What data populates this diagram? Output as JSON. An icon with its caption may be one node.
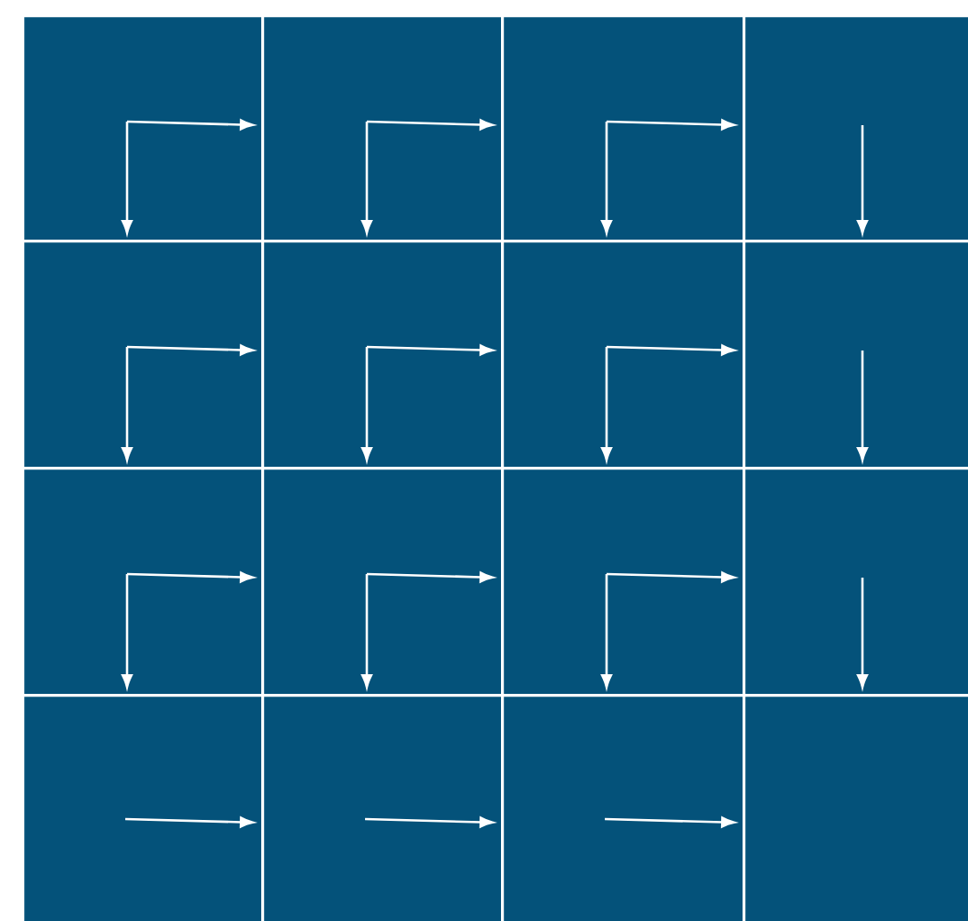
{
  "diagram": {
    "nodes": [
      {
        "text": [],
        "shape": "box"
      },
      {
        "text": [],
        "shape": "box"
      },
      {
        "text": [],
        "shape": "box"
      },
      {
        "text": [],
        "shape": "box"
      },
      {
        "text": [],
        "shape": "box"
      },
      {
        "text": [],
        "shape": "box"
      },
      {
        "text": [],
        "shape": "box"
      },
      {
        "text": [],
        "shape": "box"
      },
      {
        "text": [],
        "shape": "box"
      },
      {
        "text": [],
        "shape": "box"
      },
      {
        "text": [],
        "shape": "box"
      },
      {
        "text": [],
        "shape": "box"
      },
      {
        "text": [],
        "shape": "box"
      },
      {
        "text": [],
        "shape": "box"
      },
      {
        "text": [],
        "shape": "box"
      },
      {
        "text": [],
        "shape": "box"
      }
    ],
    "edges": [
      {
        "from": 0,
        "to": 1,
        "arrow": "to"
      },
      {
        "from": 0,
        "to": 4,
        "arrow": "to"
      },
      {
        "from": 1,
        "to": 2,
        "arrow": "to"
      },
      {
        "from": 1,
        "to": 5,
        "arrow": "to"
      },
      {
        "from": 2,
        "to": 3,
        "arrow": "to"
      },
      {
        "from": 2,
        "to": 6,
        "arrow": "to"
      },
      {
        "from": 3,
        "to": 7,
        "arrow": "to"
      },
      {
        "from": 4,
        "to": 5,
        "arrow": "to"
      },
      {
        "from": 4,
        "to": 8,
        "arrow": "to"
      },
      {
        "from": 5,
        "to": 6,
        "arrow": "to"
      },
      {
        "from": 5,
        "to": 9,
        "arrow": "to"
      },
      {
        "from": 6,
        "to": 7,
        "arrow": "to"
      },
      {
        "from": 6,
        "to": 10,
        "arrow": "to"
      },
      {
        "from": 7,
        "to": 11,
        "arrow": "to"
      },
      {
        "from": 8,
        "to": 9,
        "arrow": "to"
      },
      {
        "from": 8,
        "to": 12,
        "arrow": "to"
      },
      {
        "from": 9,
        "to": 10,
        "arrow": "to"
      },
      {
        "from": 9,
        "to": 13,
        "arrow": "to"
      },
      {
        "from": 10,
        "to": 11,
        "arrow": "to"
      },
      {
        "from": 10,
        "to": 14,
        "arrow": "to"
      },
      {
        "from": 11,
        "to": 15,
        "arrow": "to"
      },
      {
        "from": 12,
        "to": 13,
        "arrow": "to"
      },
      {
        "from": 13,
        "to": 14,
        "arrow": "to"
      },
      {
        "from": 14,
        "to": 15,
        "arrow": "to"
      }
    ]
  }
}
